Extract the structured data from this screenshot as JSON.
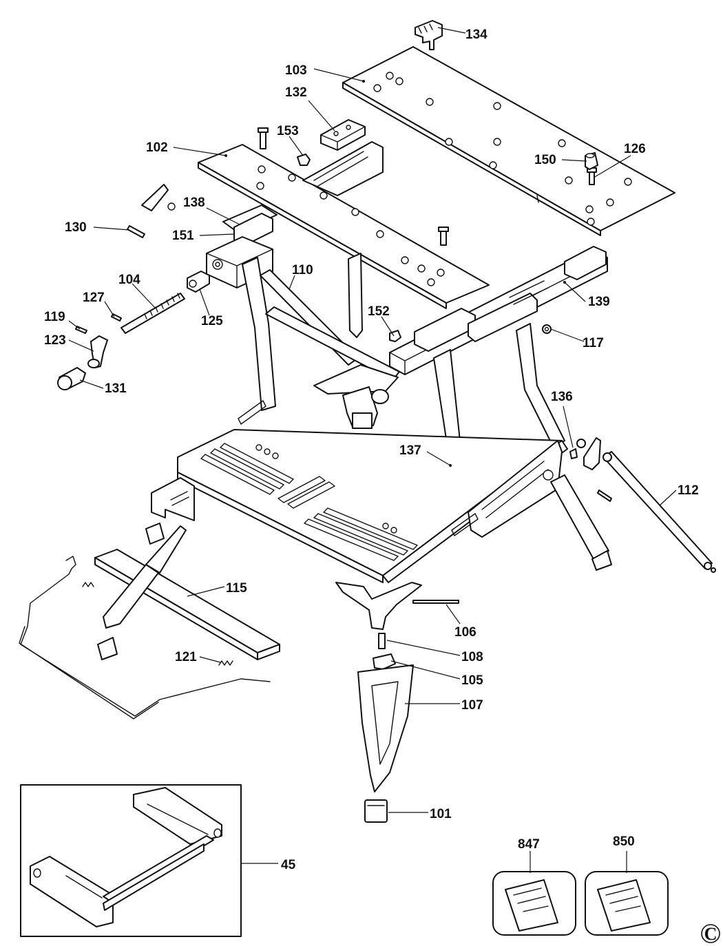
{
  "diagram": {
    "copyright_mark": "C",
    "callouts": [
      {
        "id": "c134",
        "label": "134"
      },
      {
        "id": "c103",
        "label": "103"
      },
      {
        "id": "c132",
        "label": "132"
      },
      {
        "id": "c153",
        "label": "153"
      },
      {
        "id": "c102",
        "label": "102"
      },
      {
        "id": "c150",
        "label": "150"
      },
      {
        "id": "c126",
        "label": "126"
      },
      {
        "id": "c138",
        "label": "138"
      },
      {
        "id": "c130",
        "label": "130"
      },
      {
        "id": "c151",
        "label": "151"
      },
      {
        "id": "c110",
        "label": "110"
      },
      {
        "id": "c104",
        "label": "104"
      },
      {
        "id": "c127",
        "label": "127"
      },
      {
        "id": "c125",
        "label": "125"
      },
      {
        "id": "c139",
        "label": "139"
      },
      {
        "id": "c119",
        "label": "119"
      },
      {
        "id": "c152",
        "label": "152"
      },
      {
        "id": "c117",
        "label": "117"
      },
      {
        "id": "c123",
        "label": "123"
      },
      {
        "id": "c131",
        "label": "131"
      },
      {
        "id": "c136",
        "label": "136"
      },
      {
        "id": "c137",
        "label": "137"
      },
      {
        "id": "c112",
        "label": "112"
      },
      {
        "id": "c115",
        "label": "115"
      },
      {
        "id": "c106",
        "label": "106"
      },
      {
        "id": "c108",
        "label": "108"
      },
      {
        "id": "c121",
        "label": "121"
      },
      {
        "id": "c105",
        "label": "105"
      },
      {
        "id": "c107",
        "label": "107"
      },
      {
        "id": "c101",
        "label": "101"
      },
      {
        "id": "c847",
        "label": "847"
      },
      {
        "id": "c850",
        "label": "850"
      },
      {
        "id": "c45",
        "label": "45"
      }
    ]
  }
}
